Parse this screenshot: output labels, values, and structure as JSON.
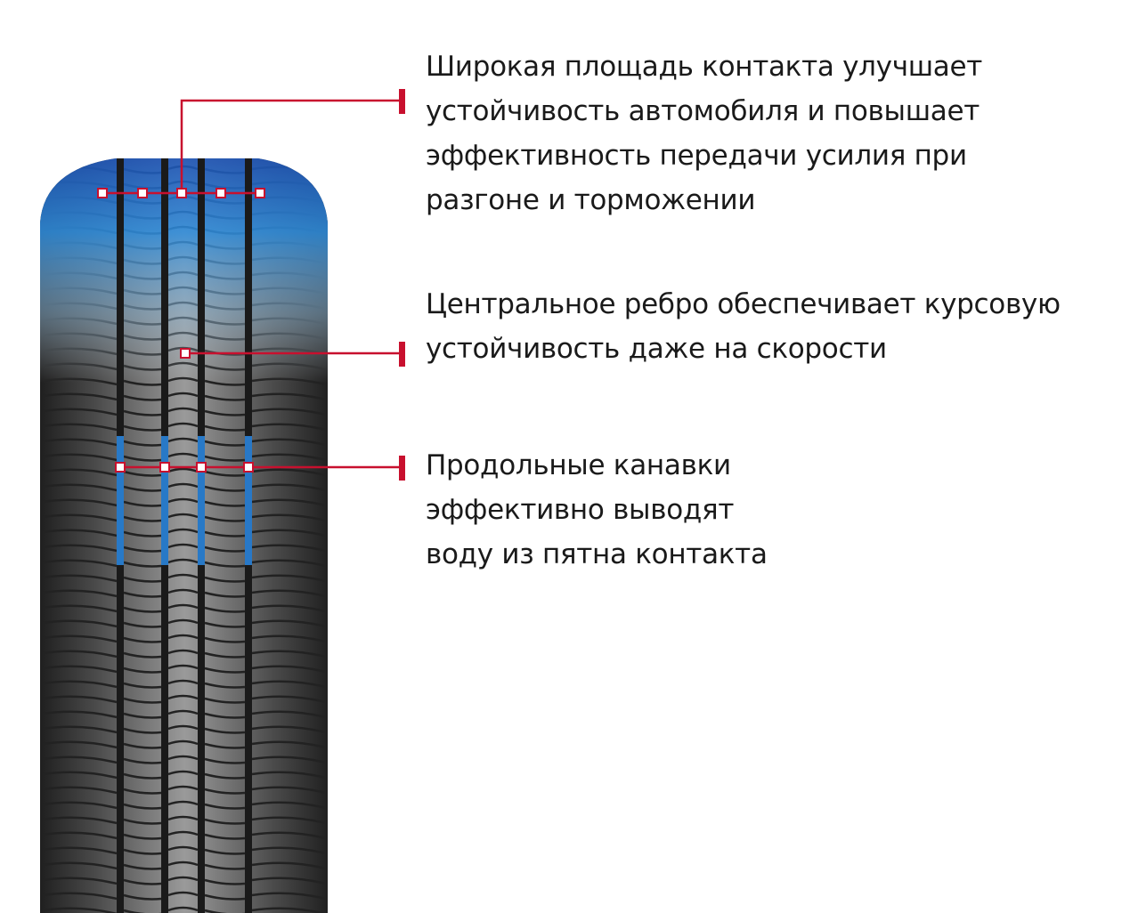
{
  "colors": {
    "accent": "#c8102e",
    "tire_blue": "#1f6fd1",
    "tire_dark": "#2a2a2a"
  },
  "callouts": [
    {
      "id": "wide-contact",
      "lines": [
        "Широкая площадь контакта улучшает",
        "устойчивость автомобиля и повышает",
        "эффективность передачи усилия при",
        "разгоне и торможении"
      ]
    },
    {
      "id": "center-rib",
      "lines": [
        "Центральное ребро обеспечивает курсовую",
        "устойчивость даже на скорости"
      ]
    },
    {
      "id": "grooves",
      "lines": [
        "Продольные канавки",
        "эффективно выводят",
        "воду из пятна контакта"
      ]
    }
  ]
}
